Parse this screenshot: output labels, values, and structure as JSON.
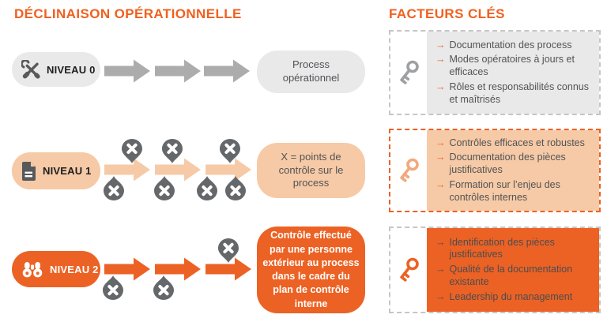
{
  "header": {
    "left_title": "DÉCLINAISON OPÉRATIONNELLE",
    "right_title": "FACTEURS CLÉS"
  },
  "ui": {
    "bullet_glyph": "→"
  },
  "colors": {
    "orange": "#EC6224",
    "orange-text": "#F0601F",
    "peach": "#F6CAA6",
    "peach-key": "#F2A87D",
    "gray-fill": "#E9E9E9",
    "arrow-gray": "#ACACAC",
    "pin-gray": "#65686B",
    "key-gray": "#9EA0A3",
    "text-dark": "#515356",
    "dash-gray": "#C6C6C6"
  },
  "levels": [
    {
      "label": "NIVEAU 0",
      "result": "Process opérationnel"
    },
    {
      "label": "NIVEAU 1",
      "result": "X = points de contrôle sur le process"
    },
    {
      "label": "NIVEAU 2",
      "result": "Contrôle effectué par une personne extérieur au process dans le cadre du plan de contrôle interne"
    }
  ],
  "factors": [
    {
      "items": [
        "Documentation des process",
        "Modes opératoires à jours et efficaces",
        "Rôles et responsabilités connus et maîtrisés"
      ]
    },
    {
      "items": [
        "Contrôles efficaces et robustes",
        "Documentation des pièces justificatives",
        "Formation sur l’enjeu des contrôles internes"
      ]
    },
    {
      "items": [
        "Identification des pièces justificatives",
        "Qualité de la documentation existante",
        "Leadership du management"
      ]
    }
  ]
}
